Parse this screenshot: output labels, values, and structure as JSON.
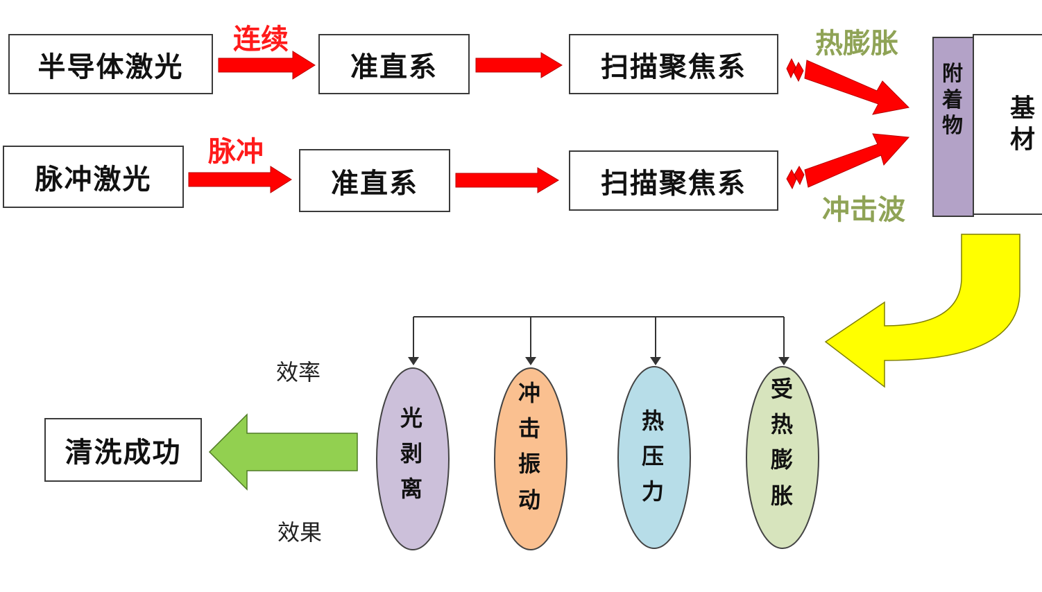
{
  "row1": {
    "source": "半导体激光",
    "mode": "连续",
    "collimator": "准直系",
    "scanner": "扫描聚焦系",
    "effect": "热膨胀"
  },
  "row2": {
    "source": "脉冲激光",
    "mode": "脉冲",
    "collimator": "准直系",
    "scanner": "扫描聚焦系",
    "effect": "冲击波"
  },
  "target": {
    "attachment": [
      "附",
      "着",
      "物"
    ],
    "substrate": [
      "基",
      "材"
    ]
  },
  "mechanisms": [
    {
      "chars": [
        "光",
        "剥",
        "离"
      ],
      "color": "#ccc0da"
    },
    {
      "chars": [
        "冲",
        "击",
        "振",
        "动"
      ],
      "color": "#fac090"
    },
    {
      "chars": [
        "热",
        "压",
        "力"
      ],
      "color": "#b7dde8"
    },
    {
      "chars": [
        "受",
        "热",
        "膨",
        "胀"
      ],
      "color": "#d7e4bd"
    }
  ],
  "outcome": {
    "label_top": "效率",
    "label_bottom": "效果",
    "result": "清洗成功"
  },
  "colors": {
    "red_arrow": "#ff0000",
    "yellow_arrow": "#ffff00",
    "green_arrow": "#92d050",
    "attachment_fill": "#b3a2c7"
  }
}
